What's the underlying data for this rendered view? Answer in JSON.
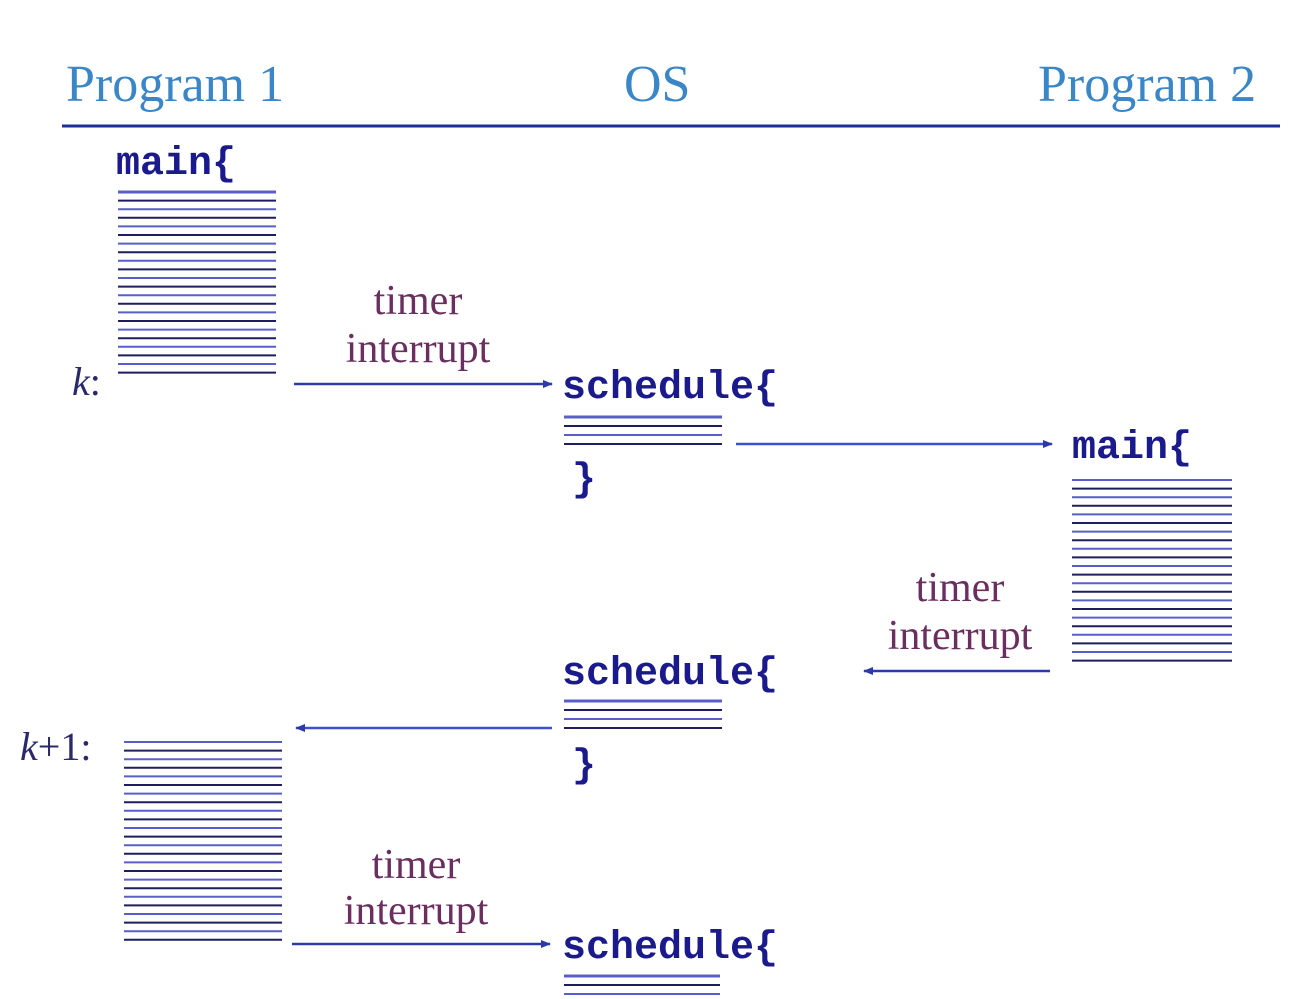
{
  "headers": {
    "program1": "Program 1",
    "os": "OS",
    "program2": "Program 2"
  },
  "code": {
    "main": "main{",
    "schedule": "schedule{",
    "close_brace": "}"
  },
  "labels": {
    "timer": "timer",
    "interrupt": "interrupt"
  },
  "markers": {
    "k": "k",
    "k_colon": ":",
    "k1_var": "k",
    "k1_rest": "+1:"
  },
  "colors": {
    "header_text": "#3a86c6",
    "header_rule": "#1a2f9a",
    "code_text": "#1a1a8c",
    "label_text": "#6b2f5f",
    "arrow": "#2b3aa8",
    "code_line_a": "#5a5fc8",
    "code_line_b": "#1e1e5c"
  }
}
